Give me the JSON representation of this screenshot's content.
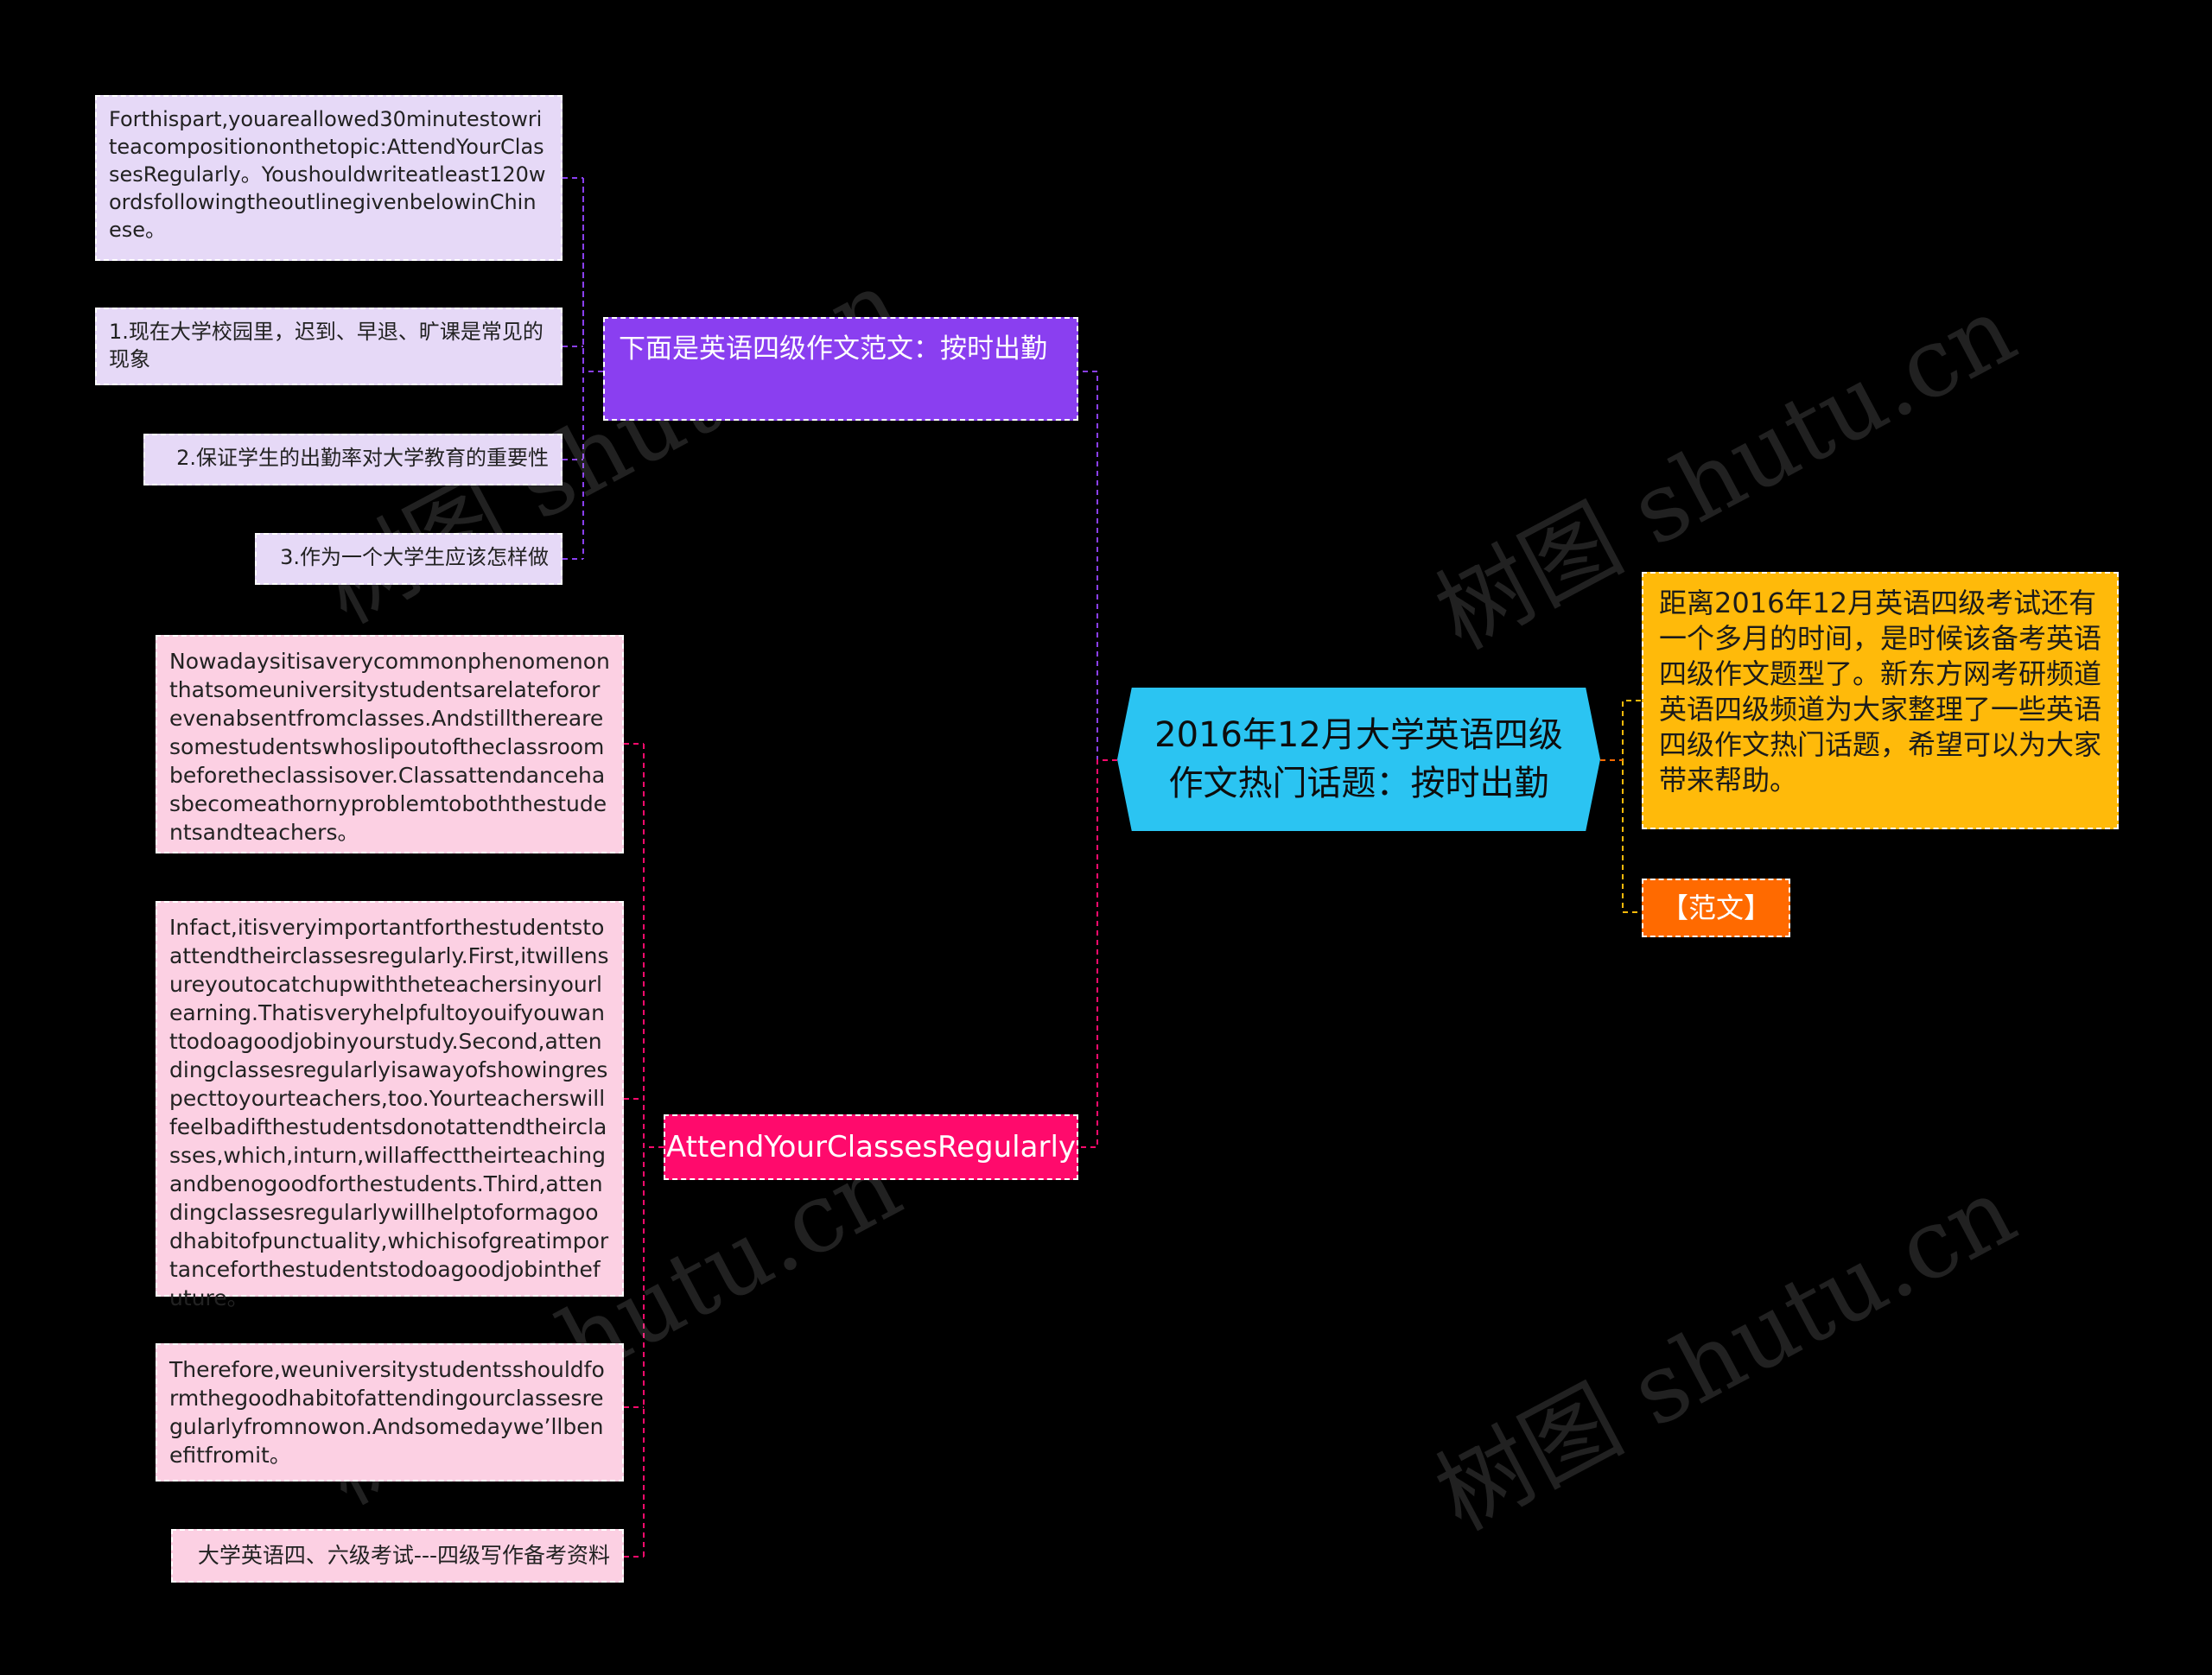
{
  "colors": {
    "background": "#000000",
    "center": "#2bc4f2",
    "purple_branch": "#8a3ff0",
    "purple_leaf": "#e6d9f7",
    "pink_branch": "#ff0a6c",
    "pink_leaf": "#fcd0e3",
    "info": "#ffba0a",
    "tag": "#ff6a00"
  },
  "center": {
    "title": "2016年12月大学英语四级作文热门话题：按时出勤"
  },
  "right": {
    "intro": "距离2016年12月英语四级考试还有一个多月的时间，是时候该备考英语四级作文题型了。新东方网考研频道英语四级频道为大家整理了一些英语四级作文热门话题，希望可以为大家带来帮助。",
    "tag": "【范文】"
  },
  "branch_purple": {
    "label": "下面是英语四级作文范文：按时出勤",
    "items": [
      "Forthispart,youareallowed30minutestowriteacompositiononthetopic:AttendYourClassesRegularly。Youshouldwriteatleast120wordsfollowingtheoutlinegivenbelowinChinese。",
      "1.现在大学校园里，迟到、早退、旷课是常见的现象",
      "2.保证学生的出勤率对大学教育的重要性",
      "3.作为一个大学生应该怎样做"
    ]
  },
  "branch_pink": {
    "label": "AttendYourClassesRegularly",
    "items": [
      "Nowadaysitisaverycommonphenomenonthatsomeuniversitystudentsarelatefororevenabsentfromclasses.Andstilltherearesomestudentswhoslipoutoftheclassroombeforetheclassisover.Classattendancehasbecomeathornyproblemtoboththestudentsandteachers。",
      "Infact,itisveryimportantforthestudentstoattendtheirclassesregularly.First,itwillensureyoutocatchupwiththeteachersinyourlearning.Thatisveryhelpfultoyouifyouwanttodoagoodjobinyourstudy.Second,attendingclassesregularlyisawayofshowingrespecttoyourteachers,too.Yourteacherswillfeelbadifthestudentsdonotattendtheirclasses,which,inturn,willaffecttheirteachingandbenogoodforthestudents.Third,attendingclassesregularlywillhelptoformagoodhabitofpunctuality,whichisofgreatimportanceforthestudentstodoagoodjobinthefuture。",
      "Therefore,weuniversitystudentsshouldformthegoodhabitofattendingourclassesregularlyfromnowon.Andsomedaywe’llbenefitfromit。",
      "大学英语四、六级考试---四级写作备考资料"
    ]
  },
  "watermark": "树图 shutu.cn"
}
